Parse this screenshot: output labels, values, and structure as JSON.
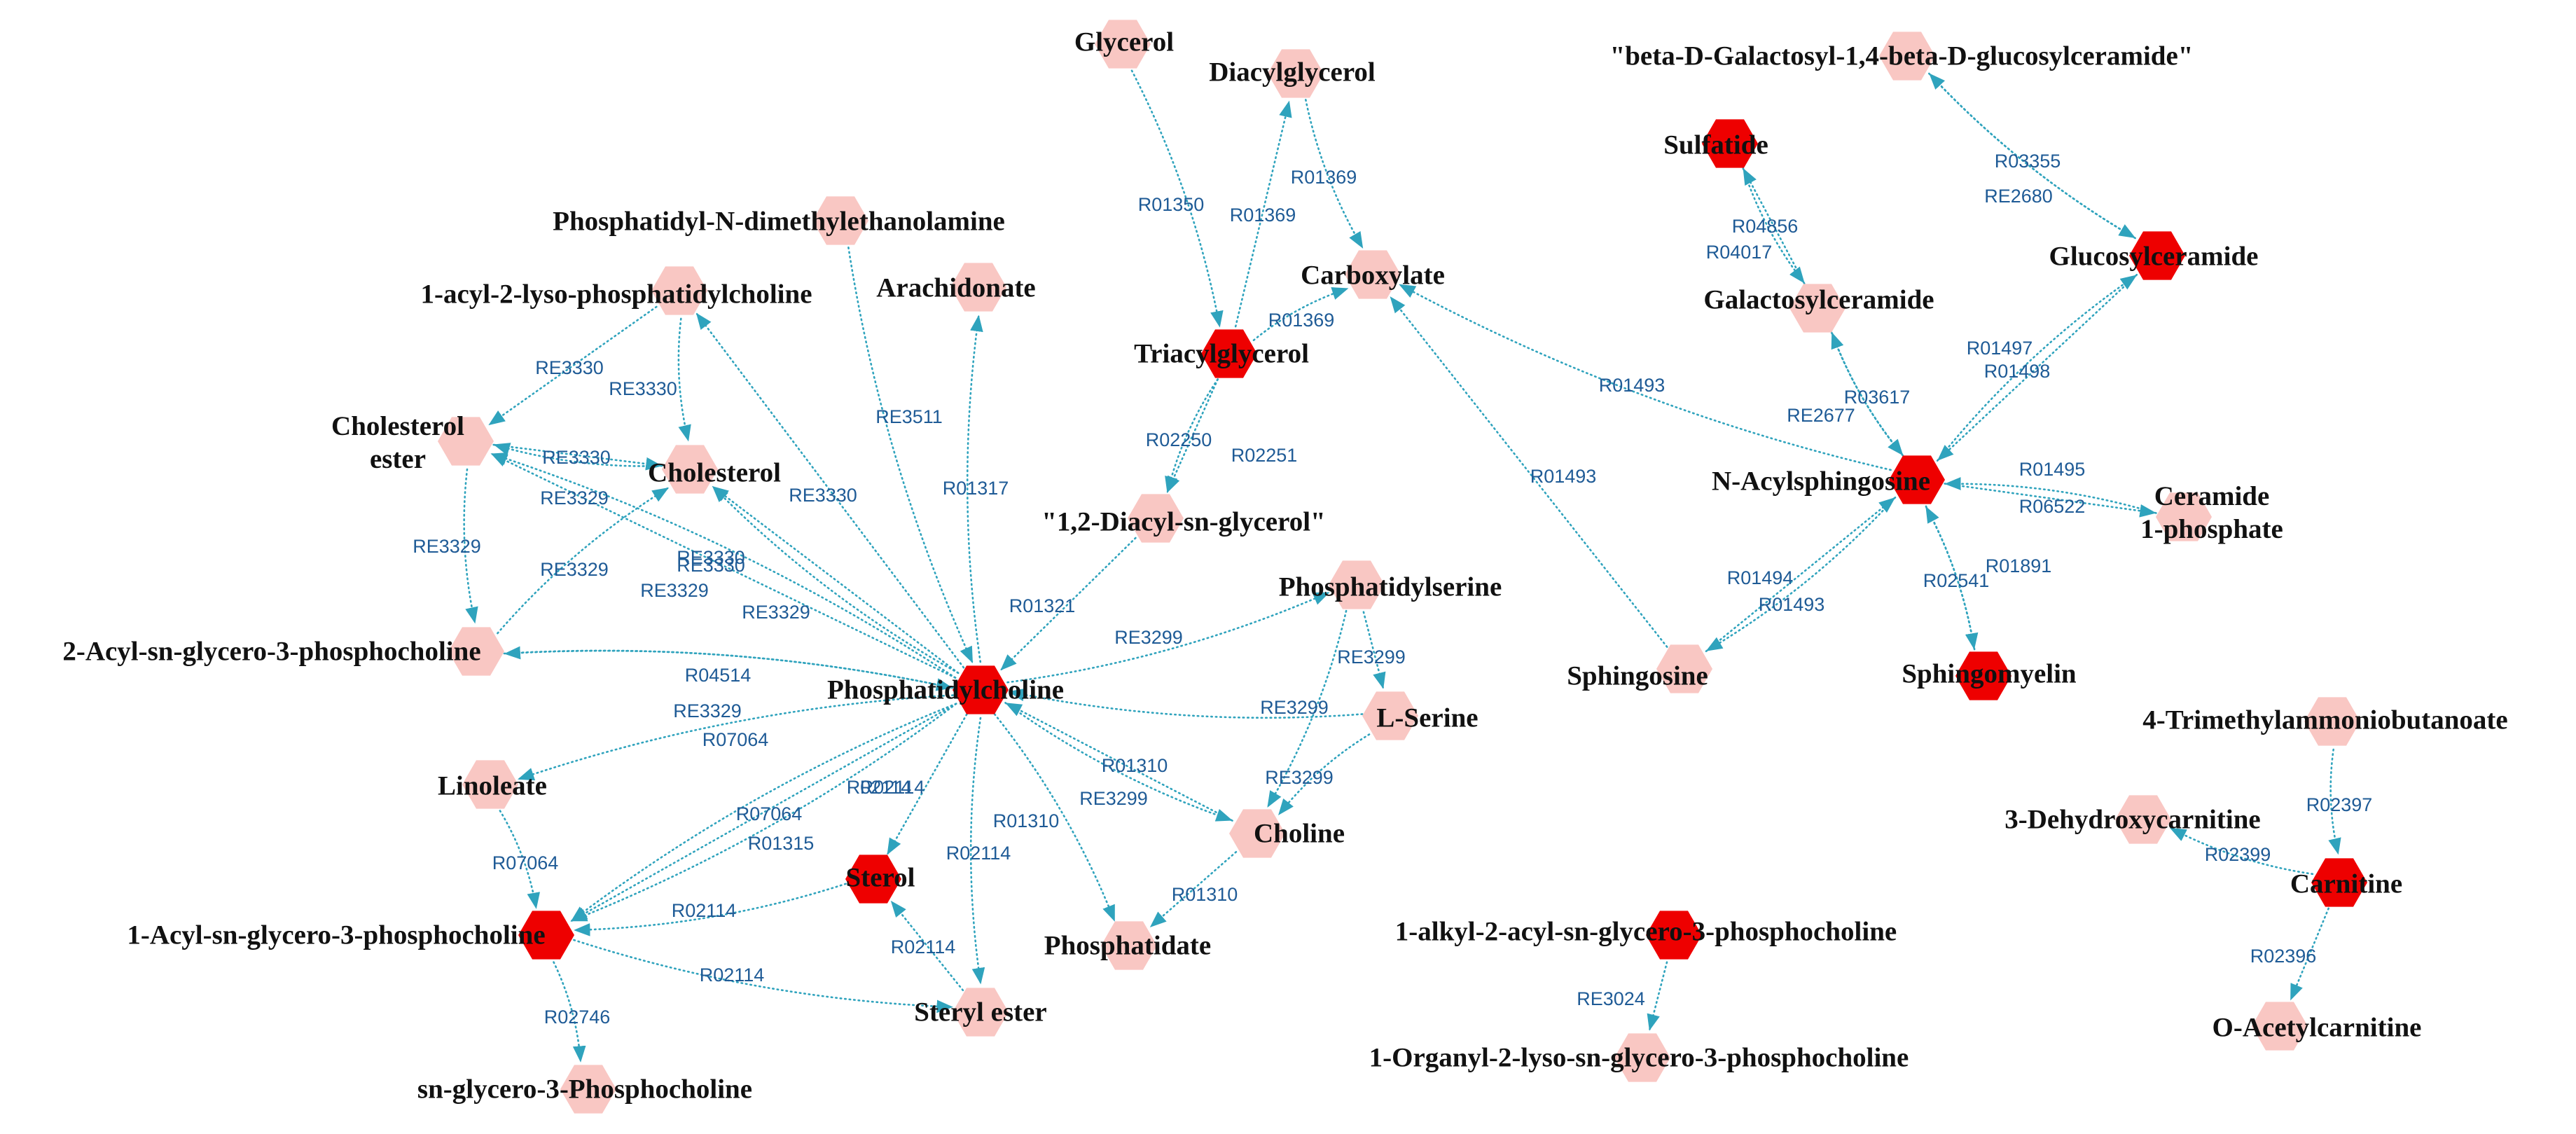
{
  "colors": {
    "highlighted": "#ee0000",
    "normal": "#f9c7c3",
    "edge": "#2fa3bd",
    "edge_label": "#1f5b96",
    "node_label": "#111111"
  },
  "nodes": [
    {
      "id": "glycerol",
      "label": "Glycerol",
      "type": "normal"
    },
    {
      "id": "diacylglycerol",
      "label": "Diacylglycerol",
      "type": "normal"
    },
    {
      "id": "bgalcer",
      "label": "\"beta-D-Galactosyl-1,4-beta-D-glucosylceramide\"",
      "type": "normal"
    },
    {
      "id": "sulfatide",
      "label": "Sulfatide",
      "type": "highlighted"
    },
    {
      "id": "glucosylceramide",
      "label": "Glucosylceramide",
      "type": "highlighted"
    },
    {
      "id": "pdme",
      "label": "Phosphatidyl-N-dimethylethanolamine",
      "type": "normal"
    },
    {
      "id": "carboxylate",
      "label": "Carboxylate",
      "type": "normal"
    },
    {
      "id": "galactosylceramide",
      "label": "Galactosylceramide",
      "type": "normal"
    },
    {
      "id": "acyllysopc",
      "label": "1-acyl-2-lyso-phosphatidylcholine",
      "type": "normal"
    },
    {
      "id": "arachidonate",
      "label": "Arachidonate",
      "type": "normal"
    },
    {
      "id": "triacylglycerol",
      "label": "Triacylglycerol",
      "type": "highlighted"
    },
    {
      "id": "cholesterolester",
      "label": "Cholesterol\nester",
      "type": "normal"
    },
    {
      "id": "cholesterol",
      "label": "Cholesterol",
      "type": "normal"
    },
    {
      "id": "nacylsphingosine",
      "label": "N-Acylsphingosine",
      "type": "highlighted"
    },
    {
      "id": "ceramide1p",
      "label": "Ceramide\n1-phosphate",
      "type": "normal"
    },
    {
      "id": "diacylsnglycerol",
      "label": "\"1,2-Diacyl-sn-glycerol\"",
      "type": "normal"
    },
    {
      "id": "phosphatidylserine",
      "label": "Phosphatidylserine",
      "type": "normal"
    },
    {
      "id": "acylgpc2",
      "label": "2-Acyl-sn-glycero-3-phosphocholine",
      "type": "normal"
    },
    {
      "id": "phosphatidylcholine",
      "label": "Phosphatidylcholine",
      "type": "highlighted"
    },
    {
      "id": "lserine",
      "label": "L-Serine",
      "type": "normal"
    },
    {
      "id": "sphingosine",
      "label": "Sphingosine",
      "type": "normal"
    },
    {
      "id": "sphingomyelin",
      "label": "Sphingomyelin",
      "type": "highlighted"
    },
    {
      "id": "tmab",
      "label": "4-Trimethylammoniobutanoate",
      "type": "normal"
    },
    {
      "id": "linoleate",
      "label": "Linoleate",
      "type": "normal"
    },
    {
      "id": "choline",
      "label": "Choline",
      "type": "normal"
    },
    {
      "id": "dehydroxycarnitine",
      "label": "3-Dehydroxycarnitine",
      "type": "normal"
    },
    {
      "id": "sterol",
      "label": "Sterol",
      "type": "highlighted"
    },
    {
      "id": "carnitine",
      "label": "Carnitine",
      "type": "highlighted"
    },
    {
      "id": "alkylacylgpc",
      "label": "1-alkyl-2-acyl-sn-glycero-3-phosphocholine",
      "type": "highlighted"
    },
    {
      "id": "acylgpc1",
      "label": "1-Acyl-sn-glycero-3-phosphocholine",
      "type": "highlighted"
    },
    {
      "id": "phosphatidate",
      "label": "Phosphatidate",
      "type": "normal"
    },
    {
      "id": "sterylester",
      "label": "Steryl ester",
      "type": "normal"
    },
    {
      "id": "organyllysogpc",
      "label": "1-Organyl-2-lyso-sn-glycero-3-phosphocholine",
      "type": "normal"
    },
    {
      "id": "acetylcarnitine",
      "label": "O-Acetylcarnitine",
      "type": "normal"
    },
    {
      "id": "glycerophosphocholine",
      "label": "sn-glycero-3-Phosphocholine",
      "type": "normal"
    }
  ],
  "edges": [
    {
      "from": "glycerol",
      "to": "triacylglycerol",
      "label": "R01350"
    },
    {
      "from": "triacylglycerol",
      "to": "diacylglycerol",
      "label": "R01369"
    },
    {
      "from": "diacylglycerol",
      "to": "carboxylate",
      "label": "R01369"
    },
    {
      "from": "triacylglycerol",
      "to": "carboxylate",
      "label": "R01369"
    },
    {
      "from": "triacylglycerol",
      "to": "diacylsnglycerol",
      "label": "R02250"
    },
    {
      "from": "triacylglycerol",
      "to": "diacylsnglycerol",
      "label": "R02251"
    },
    {
      "from": "nacylsphingosine",
      "to": "carboxylate",
      "label": "R01493"
    },
    {
      "from": "sphingosine",
      "to": "carboxylate",
      "label": "R01493"
    },
    {
      "from": "bgalcer",
      "to": "glucosylceramide",
      "label": "R03355"
    },
    {
      "from": "glucosylceramide",
      "to": "bgalcer",
      "label": "RE2680"
    },
    {
      "from": "galactosylceramide",
      "to": "sulfatide",
      "label": "R04856"
    },
    {
      "from": "sulfatide",
      "to": "galactosylceramide",
      "label": "R04017"
    },
    {
      "from": "nacylsphingosine",
      "to": "glucosylceramide",
      "label": "R01497"
    },
    {
      "from": "glucosylceramide",
      "to": "nacylsphingosine",
      "label": "R01498"
    },
    {
      "from": "galactosylceramide",
      "to": "nacylsphingosine",
      "label": "R03617"
    },
    {
      "from": "nacylsphingosine",
      "to": "galactosylceramide",
      "label": "RE2677"
    },
    {
      "from": "nacylsphingosine",
      "to": "ceramide1p",
      "label": "R01495"
    },
    {
      "from": "ceramide1p",
      "to": "nacylsphingosine",
      "label": "R06522"
    },
    {
      "from": "nacylsphingosine",
      "to": "sphingosine",
      "label": "R01494"
    },
    {
      "from": "sphingosine",
      "to": "nacylsphingosine",
      "label": "R01493"
    },
    {
      "from": "sphingomyelin",
      "to": "nacylsphingosine",
      "label": "R02541"
    },
    {
      "from": "nacylsphingosine",
      "to": "sphingomyelin",
      "label": "R01891"
    },
    {
      "from": "acyllysopc",
      "to": "cholesterolester",
      "label": "RE3330"
    },
    {
      "from": "acyllysopc",
      "to": "cholesterol",
      "label": "RE3330"
    },
    {
      "from": "cholesterol",
      "to": "cholesterolester",
      "label": "RE3330"
    },
    {
      "from": "cholesterolester",
      "to": "cholesterol",
      "label": "RE3329"
    },
    {
      "from": "cholesterolester",
      "to": "acylgpc2",
      "label": "RE3329"
    },
    {
      "from": "acylgpc2",
      "to": "cholesterol",
      "label": "RE3329"
    },
    {
      "from": "phosphatidylcholine",
      "to": "acyllysopc",
      "label": "RE3330"
    },
    {
      "from": "pdme",
      "to": "phosphatidylcholine",
      "label": "RE3511"
    },
    {
      "from": "phosphatidylcholine",
      "to": "arachidonate",
      "label": "R01317"
    },
    {
      "from": "phosphatidylcholine",
      "to": "cholesterolester",
      "label": "RE3330"
    },
    {
      "from": "phosphatidylcholine",
      "to": "cholesterolester",
      "label": "RE3329"
    },
    {
      "from": "phosphatidylcholine",
      "to": "cholesterol",
      "label": "RE3330"
    },
    {
      "from": "phosphatidylcholine",
      "to": "cholesterol",
      "label": "RE3329"
    },
    {
      "from": "phosphatidylcholine",
      "to": "acylgpc2",
      "label": "R04514"
    },
    {
      "from": "acylgpc2",
      "to": "phosphatidylcholine",
      "label": "RE3329"
    },
    {
      "from": "diacylsnglycerol",
      "to": "phosphatidylcholine",
      "label": "R01321"
    },
    {
      "from": "phosphatidylcholine",
      "to": "phosphatidylserine",
      "label": "RE3299"
    },
    {
      "from": "lserine",
      "to": "phosphatidylcholine",
      "label": "RE3299"
    },
    {
      "from": "phosphatidylserine",
      "to": "lserine",
      "label": "RE3299"
    },
    {
      "from": "lserine",
      "to": "choline",
      "label": "RE3299"
    },
    {
      "from": "phosphatidylserine",
      "to": "choline",
      "label": ""
    },
    {
      "from": "choline",
      "to": "phosphatidylcholine",
      "label": "R01310"
    },
    {
      "from": "phosphatidylcholine",
      "to": "choline",
      "label": "RE3299"
    },
    {
      "from": "phosphatidylcholine",
      "to": "phosphatidate",
      "label": "R01310"
    },
    {
      "from": "choline",
      "to": "phosphatidate",
      "label": "R01310"
    },
    {
      "from": "phosphatidylcholine",
      "to": "linoleate",
      "label": "R07064"
    },
    {
      "from": "linoleate",
      "to": "acylgpc1",
      "label": "R07064"
    },
    {
      "from": "phosphatidylcholine",
      "to": "acylgpc1",
      "label": "R02114"
    },
    {
      "from": "phosphatidylcholine",
      "to": "acylgpc1",
      "label": "R07064"
    },
    {
      "from": "phosphatidylcholine",
      "to": "acylgpc1",
      "label": "R01315"
    },
    {
      "from": "phosphatidylcholine",
      "to": "sterol",
      "label": "R02114"
    },
    {
      "from": "phosphatidylcholine",
      "to": "sterylester",
      "label": "R02114"
    },
    {
      "from": "sterol",
      "to": "acylgpc1",
      "label": "R02114"
    },
    {
      "from": "sterylester",
      "to": "sterol",
      "label": "R02114"
    },
    {
      "from": "acylgpc1",
      "to": "sterylester",
      "label": "R02114"
    },
    {
      "from": "acylgpc1",
      "to": "glycerophosphocholine",
      "label": "R02746"
    },
    {
      "from": "alkylacylgpc",
      "to": "organyllysogpc",
      "label": "RE3024"
    },
    {
      "from": "tmab",
      "to": "carnitine",
      "label": "R02397"
    },
    {
      "from": "carnitine",
      "to": "dehydroxycarnitine",
      "label": "R02399"
    },
    {
      "from": "carnitine",
      "to": "acetylcarnitine",
      "label": "R02396"
    }
  ]
}
